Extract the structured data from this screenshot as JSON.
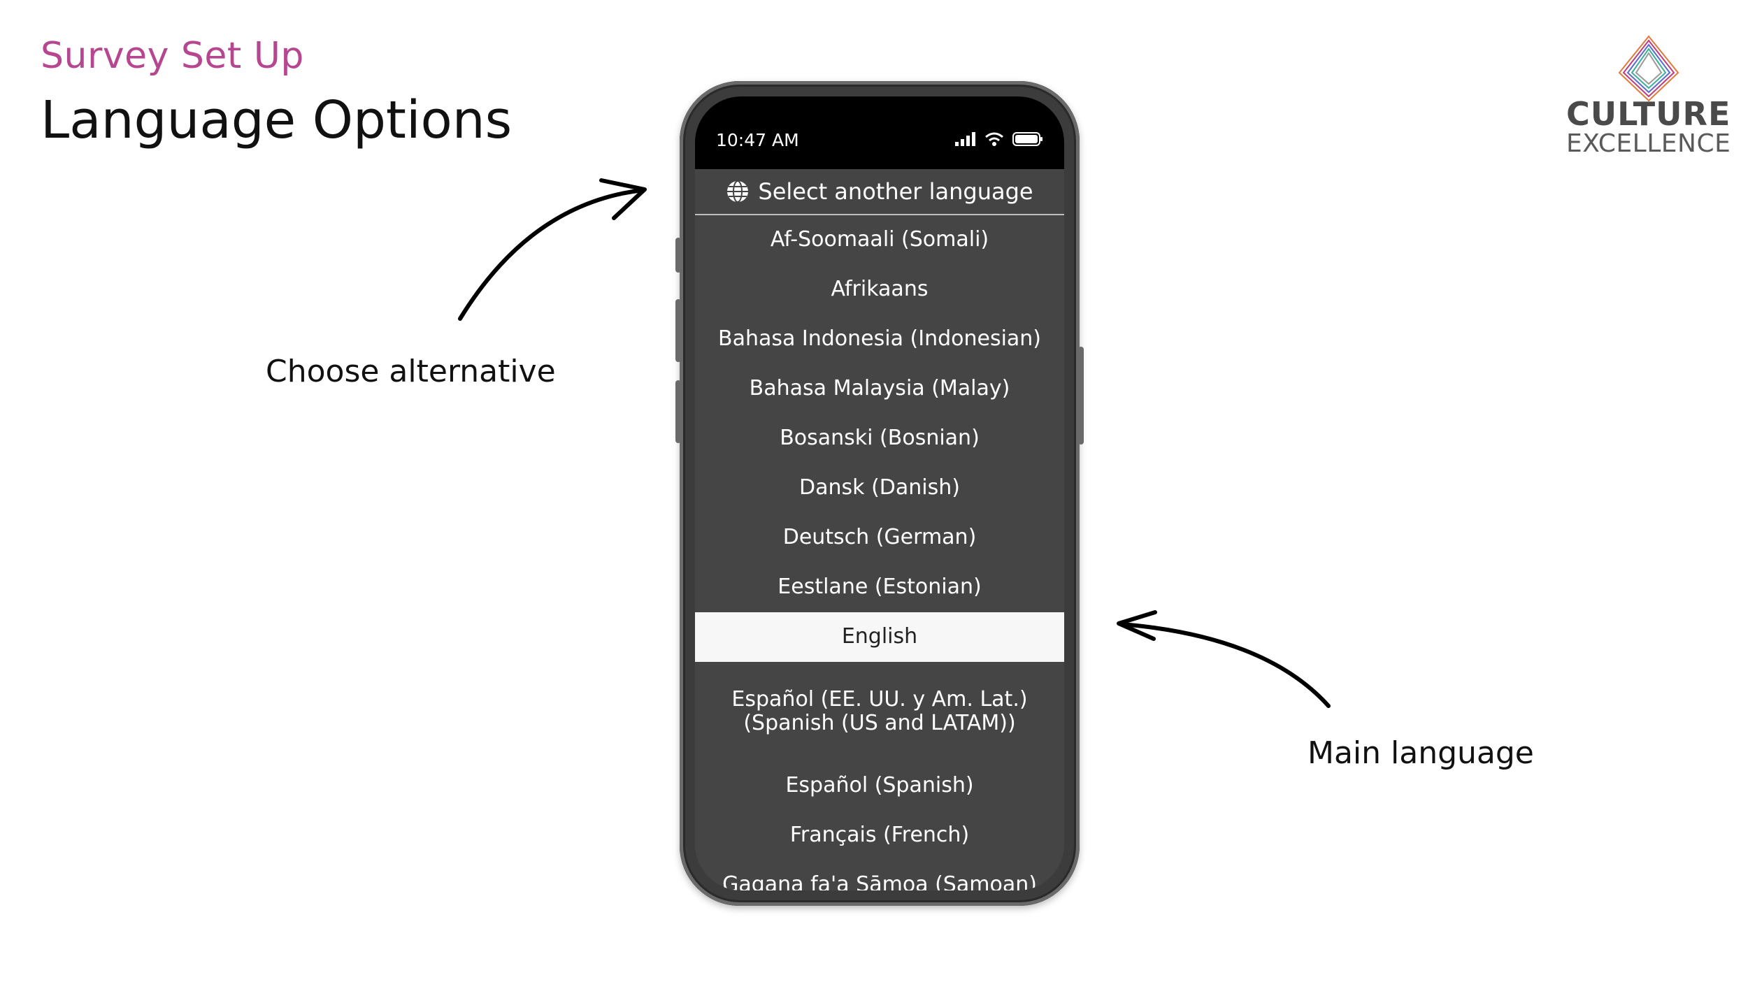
{
  "slide": {
    "subtitle": "Survey Set Up",
    "title": "Language Options",
    "colors": {
      "subtitle": "#b6468f",
      "title": "#111111"
    }
  },
  "logo": {
    "line1": "CULTURE",
    "line2": "EXCELLENCE",
    "mark_icon": "diamond-logo-icon"
  },
  "phone": {
    "status_time": "10:47 AM",
    "status_icons": [
      "signal-icon",
      "wifi-icon",
      "battery-icon"
    ],
    "header": {
      "icon": "globe-icon",
      "label": "Select another language"
    },
    "languages": [
      {
        "label": "Af-Soomaali (Somali)",
        "selected": false
      },
      {
        "label": "Afrikaans",
        "selected": false
      },
      {
        "label": "Bahasa Indonesia (Indonesian)",
        "selected": false
      },
      {
        "label": "Bahasa Malaysia (Malay)",
        "selected": false
      },
      {
        "label": "Bosanski (Bosnian)",
        "selected": false
      },
      {
        "label": "Dansk (Danish)",
        "selected": false
      },
      {
        "label": "Deutsch (German)",
        "selected": false
      },
      {
        "label": "Eestlane (Estonian)",
        "selected": false
      },
      {
        "label": "English",
        "selected": true
      },
      {
        "label": "Español (EE. UU. y Am. Lat.) (Spanish (US and LATAM))",
        "selected": false
      },
      {
        "label": "Español (Spanish)",
        "selected": false
      },
      {
        "label": "Français (French)",
        "selected": false
      },
      {
        "label": "Gagana fa'a Sāmoa (Samoan)",
        "selected": false
      }
    ]
  },
  "annotations": {
    "left": "Choose alternative",
    "right": "Main language"
  }
}
